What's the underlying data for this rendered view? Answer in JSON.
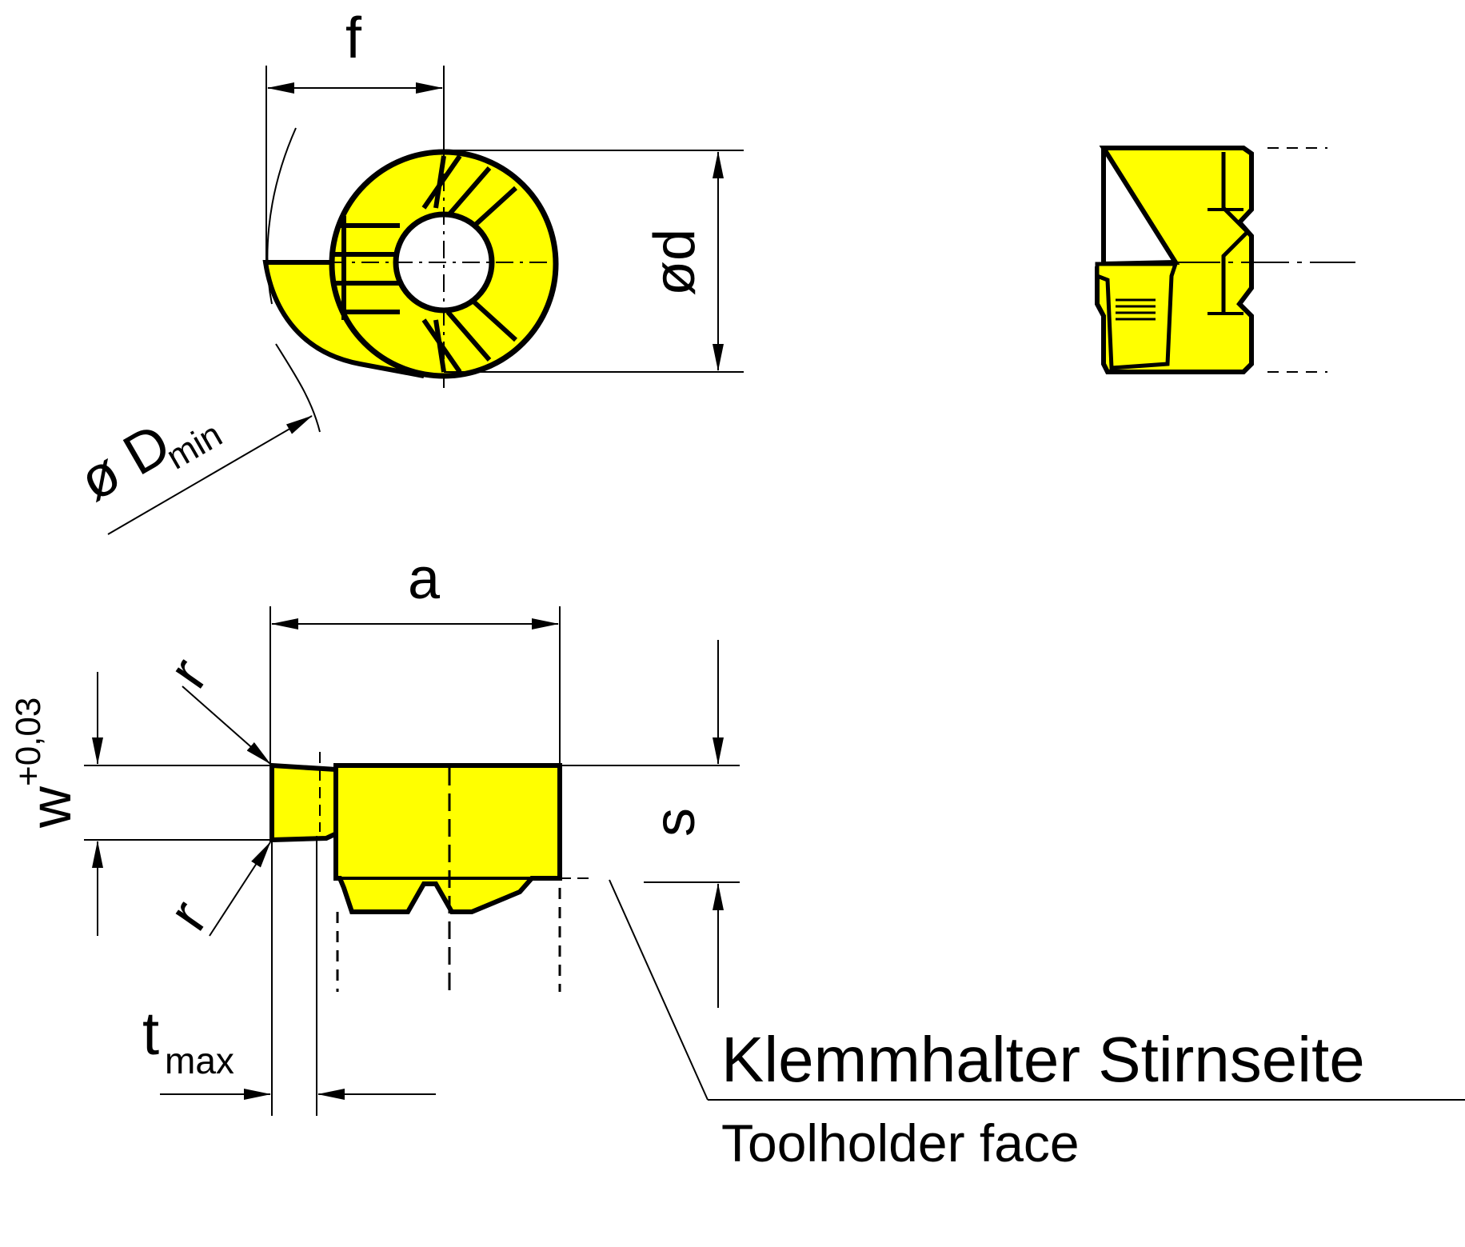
{
  "colors": {
    "insert_fill": "#ffff00",
    "line": "#000000",
    "background": "#ffffff"
  },
  "labels": {
    "f": "f",
    "d": "ød",
    "D_base": "ø D",
    "D_sub": "min",
    "a": "a",
    "r_top": "r",
    "r_bottom": "r",
    "w_base": "w",
    "w_sup": "+0,03",
    "s": "s",
    "t_base": "t",
    "t_sub": "max",
    "face_de": "Klemmhalter Stirnseite",
    "face_en": "Toolholder face"
  }
}
